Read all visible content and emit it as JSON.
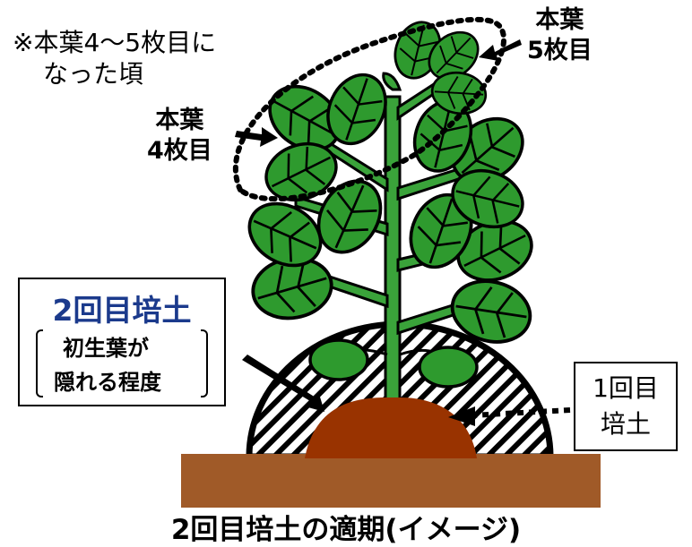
{
  "note": {
    "line1": "※本葉4～5枚目に",
    "line2": "なった頃"
  },
  "label_leaf4": {
    "line1": "本葉",
    "line2": "4枚目"
  },
  "label_leaf5": {
    "line1": "本葉",
    "line2": "5枚目"
  },
  "second_hilling_box": {
    "title": "2回目培土",
    "detail_line1": "初生葉が",
    "detail_line2": "隠れる程度"
  },
  "first_hilling_box": {
    "line1": "1回目",
    "line2": "培土"
  },
  "caption": "2回目培土の適期(イメージ)",
  "colors": {
    "leaf": "#2e9a2e",
    "stem": "#3aa33a",
    "soil_base": "#a05a28",
    "first_hilling": "#993300",
    "title_blue": "#1b3a8c",
    "outline": "#000000"
  },
  "icons": [
    "dotted-ellipse-leaf-highlight",
    "arrow-pointer"
  ]
}
